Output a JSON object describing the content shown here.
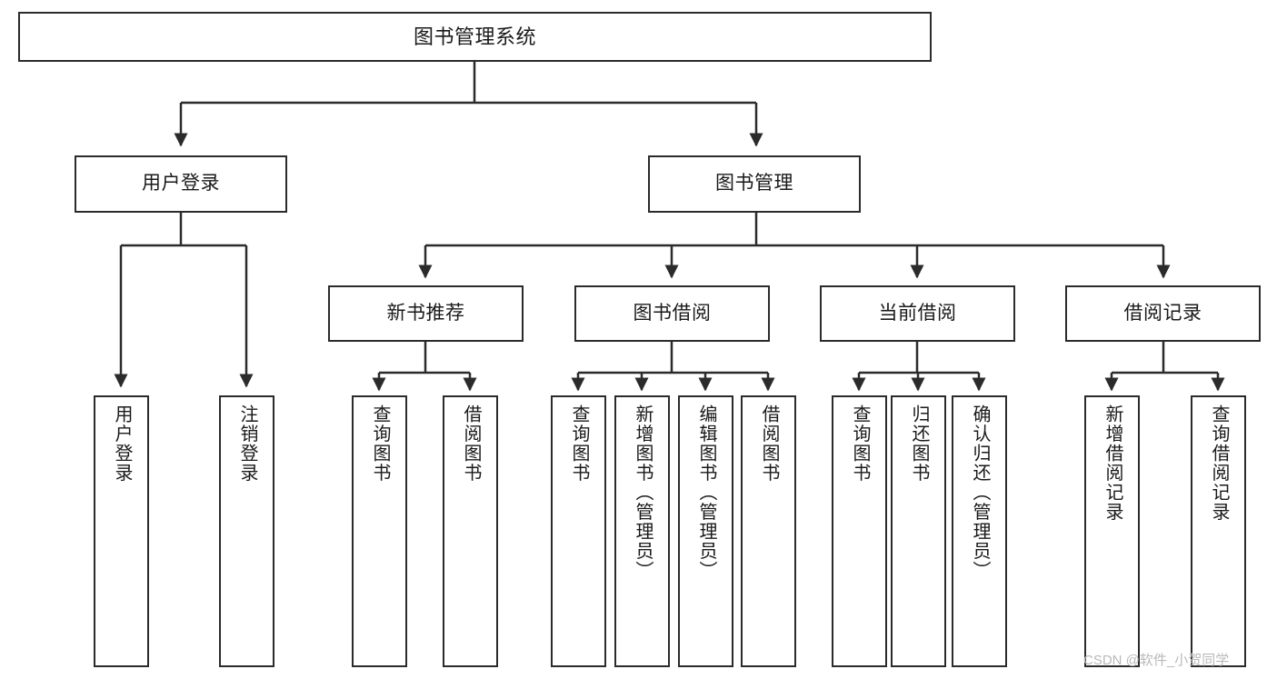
{
  "diagram": {
    "title": "图书管理系统",
    "type": "hierarchy-tree",
    "colors": {
      "box_border": "#2b2b2b",
      "connector": "#2b2b2b",
      "background": "#ffffff",
      "text": "#1a1a1a",
      "watermark": "#b9b9b9"
    },
    "watermark": "CSDN @软件_小贺同学",
    "levels": {
      "root": {
        "label": "图书管理系统"
      },
      "level2": [
        {
          "label": "用户登录"
        },
        {
          "label": "图书管理"
        }
      ],
      "level3": [
        {
          "label": "新书推荐"
        },
        {
          "label": "图书借阅"
        },
        {
          "label": "当前借阅"
        },
        {
          "label": "借阅记录"
        }
      ],
      "leaves": {
        "user_login": [
          {
            "label": "用户登录"
          },
          {
            "label": "注销登录"
          }
        ],
        "new_book": [
          {
            "label": "查询图书"
          },
          {
            "label": "借阅图书"
          }
        ],
        "book_borrow": [
          {
            "label": "查询图书"
          },
          {
            "label": "新增图书（管理员）"
          },
          {
            "label": "编辑图书（管理员）"
          },
          {
            "label": "借阅图书"
          }
        ],
        "current_borrow": [
          {
            "label": "查询图书"
          },
          {
            "label": "归还图书"
          },
          {
            "label": "确认归还（管理员）"
          }
        ],
        "borrow_record": [
          {
            "label": "新增借阅记录"
          },
          {
            "label": "查询借阅记录"
          }
        ]
      }
    }
  }
}
